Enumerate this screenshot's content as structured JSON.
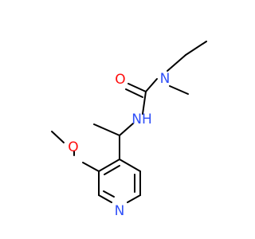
{
  "molecule": {
    "atoms": {
      "O_carbonyl": {
        "symbol": "O",
        "color": "#ff0d0d"
      },
      "N_amide_top": {
        "symbol": "N",
        "color": "#3050f8"
      },
      "N_amide_left": {
        "symbol": "NH",
        "color": "#3050f8"
      },
      "O_methoxy": {
        "symbol": "O",
        "color": "#ff0d0d"
      },
      "N_pyridine": {
        "symbol": "N",
        "color": "#3050f8"
      }
    },
    "bond_color": "#000000"
  }
}
